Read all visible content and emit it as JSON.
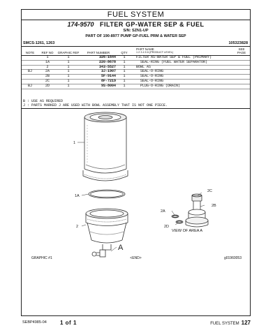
{
  "header": {
    "section_title": "FUEL SYSTEM",
    "part_number": "174-9570",
    "part_name": "FILTER GP-WATER SEP & FUEL",
    "serial": "S/N: SZN1-UP",
    "part_of": "PART OF 190-8977 PUMP GP-FUEL PRM & WATER SEP",
    "models": "SMCS-1261, 1263",
    "doc_number": "105323828"
  },
  "table": {
    "headers": {
      "note": "NOTE",
      "ref_no": "REF NO",
      "graphic_ref": "GRAPHIC REF",
      "part_number": "PART NUMBER",
      "qty": "QTY",
      "part_name": "PART NAME",
      "levels": "1 2 3 4 5 6 (PRODUCT LEVEL)",
      "see_page": "SEE PAGE"
    },
    "rows": [
      {
        "note": "",
        "ref": "1",
        "graphic": "1",
        "pn": "326-1644",
        "qty": "1",
        "name": "FILTER AS-WATER SEP & FUEL (PRIMARY)"
      },
      {
        "note": "",
        "ref": "1A",
        "graphic": "1",
        "pn": "220-8678",
        "qty": "1",
        "name": "  SEAL-RING (FUEL WATER SEPARATOR)"
      },
      {
        "note": "",
        "ref": "2",
        "graphic": "1",
        "pn": "343-5527",
        "qty": "1",
        "name": "BOWL AS"
      },
      {
        "note": "BJ",
        "ref": "2A",
        "graphic": "1",
        "pn": "3J-1907",
        "qty": "1",
        "name": "  SEAL-O-RING"
      },
      {
        "note": "",
        "ref": "2B",
        "graphic": "1",
        "pn": "5F-9144",
        "qty": "1",
        "name": "  SEAL-O-RING"
      },
      {
        "note": "",
        "ref": "2C",
        "graphic": "1",
        "pn": "8F-7219",
        "qty": "1",
        "name": "  SEAL-O-RING"
      },
      {
        "note": "BJ",
        "ref": "2D",
        "graphic": "1",
        "pn": "9S-8004",
        "qty": "1",
        "name": "  PLUG-O-RING (DRAIN)"
      }
    ]
  },
  "notes": [
    "B : USE AS REQUIRED",
    "J : PARTS MARKED J ARE USED WITH BOWL ASSEMBLY THAT IS NOT ONE PIECE."
  ],
  "illustration": {
    "callouts": [
      "1",
      "1A",
      "2",
      "A",
      "2A",
      "2B",
      "2C",
      "2D"
    ],
    "view_label": "VIEW OF AREA A"
  },
  "graphic_footer": {
    "graphic": "GRAPHIC #1",
    "end_marker": "<END>",
    "graphic_number": "g01960053"
  },
  "footer": {
    "doc_code": "SEBP4985-04",
    "page_of": "1  of  1",
    "section": "FUEL SYSTEM",
    "page_number": "127"
  }
}
